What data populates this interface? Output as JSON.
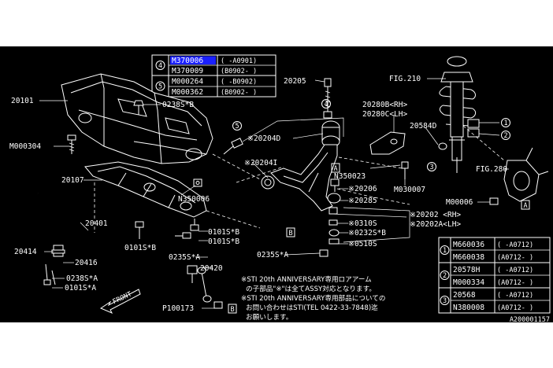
{
  "colors": {
    "background": "#000000",
    "foreground": "#ffffff",
    "page": "#ffffff",
    "highlight": "#1a20ff"
  },
  "legend_top": [
    {
      "circle": "4",
      "rows": [
        {
          "part": "M370006",
          "range": "( -A0901)",
          "highlighted": true
        },
        {
          "part": "M370009",
          "range": "(B0902- )"
        }
      ]
    },
    {
      "circle": "5",
      "rows": [
        {
          "part": "M000264",
          "range": "( -B0902)"
        },
        {
          "part": "M000362",
          "range": "(B0902- )"
        }
      ]
    }
  ],
  "legend_bottom": [
    {
      "circle": "1",
      "rows": [
        {
          "part": "M660036",
          "range": "( -A0712)"
        },
        {
          "part": "M660038",
          "range": "(A0712- )"
        }
      ]
    },
    {
      "circle": "2",
      "rows": [
        {
          "part": "20578H",
          "range": "( -A0712)"
        },
        {
          "part": "M000334",
          "range": "(A0712- )"
        }
      ]
    },
    {
      "circle": "3",
      "rows": [
        {
          "part": "20568",
          "range": "( -A0712)"
        },
        {
          "part": "N380008",
          "range": "(A0712- )"
        }
      ]
    }
  ],
  "labels": {
    "p20101": "20101",
    "p0238s_b": "0238S*B",
    "m000304": "M000304",
    "p20107": "20107",
    "n350006": "N350006",
    "p0101s_b1": "0101S*B",
    "p0101s_b2": "0101S*B",
    "p0101s_b3": "0101S*B",
    "p0235s_a1": "0235S*A",
    "p0235s_a2": "0235S*A",
    "p20401": "20401",
    "p20414": "20414",
    "p20416": "20416",
    "p0238s_a": "0238S*A",
    "p0101s_a": "0101S*A",
    "p20420": "20420",
    "p100173": "P100173",
    "front": "FRONT",
    "p20205": "20205",
    "p20204d": "※20204D",
    "p20204i": "※20204I",
    "p20206": "※20206",
    "p20285": "※20285",
    "p0310s": "※0310S",
    "p0232s_b": "※0232S*B",
    "p0510s": "※0510S",
    "p20202": "※20202 <RH>",
    "p20202a": "※20202A<LH>",
    "fig210": "FIG.210",
    "p20280b": "20280B<RH>",
    "p20280c": "20280C<LH>",
    "p20584d": "20584D",
    "n350023": "N350023",
    "m030007": "M030007",
    "fig280": "FIG.280",
    "m00006": "M00006",
    "box_a1": "A",
    "box_a2": "A",
    "box_b1": "B",
    "box_b2": "B",
    "c1": "1",
    "c2": "2",
    "c3": "3",
    "c4": "4",
    "c5": "5",
    "code": "A200001157"
  },
  "notes": [
    "※STI 20th ANNIVERSARY専用ロアアーム",
    "の子部品\"※\"は全てASSY対応となります。",
    "※STI 20th ANNIVERSARY専用部品についての",
    "お問い合わせはSTI(TEL 0422-33-7848)迄",
    "お願いします。"
  ]
}
